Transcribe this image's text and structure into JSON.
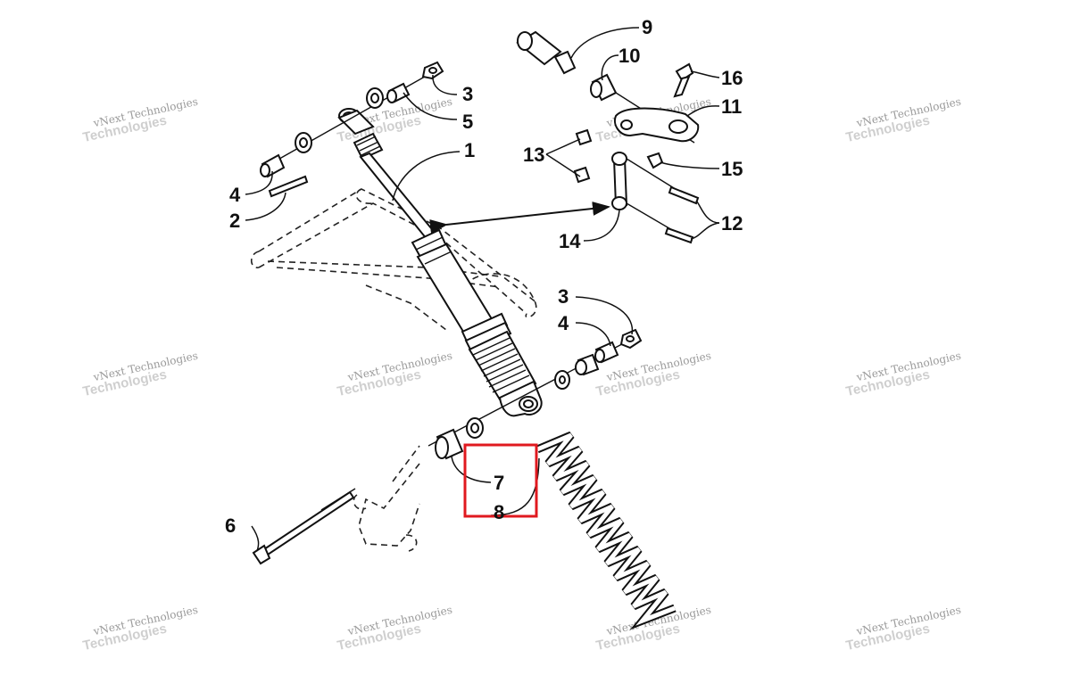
{
  "callouts": {
    "c1": "1",
    "c2": "2",
    "c3a": "3",
    "c3b": "3",
    "c4a": "4",
    "c4b": "4",
    "c5": "5",
    "c6": "6",
    "c7": "7",
    "c8": "8",
    "c9": "9",
    "c10": "10",
    "c11": "11",
    "c12": "12",
    "c13": "13",
    "c14": "14",
    "c15": "15",
    "c16": "16"
  },
  "watermark": {
    "line1": "vNext Technologies",
    "line2": "Technologies"
  },
  "highlight": {
    "color": "#e0191f"
  }
}
